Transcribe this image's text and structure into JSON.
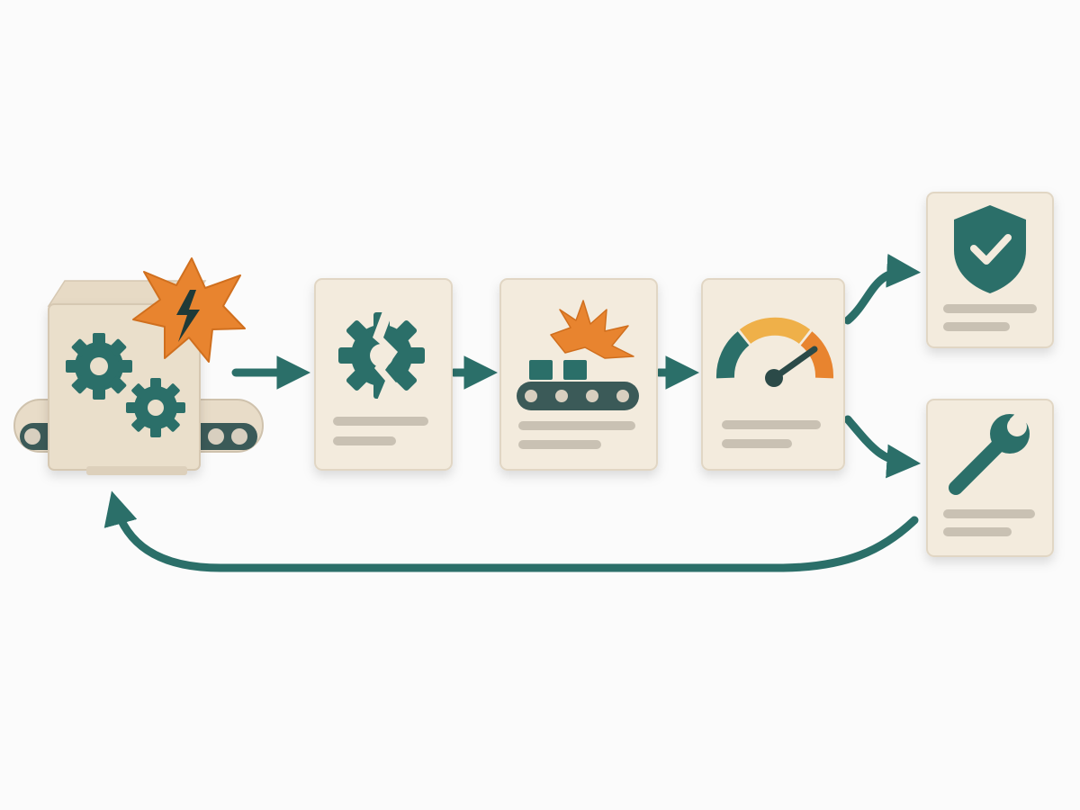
{
  "diagram": {
    "nodes": [
      {
        "id": "machine",
        "icon": "gear-machine-icon",
        "badge": "lightning-burst-icon"
      },
      {
        "id": "fault",
        "icon": "broken-gear-icon"
      },
      {
        "id": "line",
        "icon": "conveyor-burst-icon"
      },
      {
        "id": "gauge",
        "icon": "gauge-icon"
      },
      {
        "id": "secure",
        "icon": "shield-check-icon"
      },
      {
        "id": "repair",
        "icon": "wrench-icon"
      }
    ],
    "edges": [
      {
        "from": "machine",
        "to": "fault"
      },
      {
        "from": "fault",
        "to": "line"
      },
      {
        "from": "line",
        "to": "gauge"
      },
      {
        "from": "gauge",
        "to": "secure"
      },
      {
        "from": "gauge",
        "to": "repair"
      },
      {
        "from": "repair",
        "to": "machine"
      }
    ]
  },
  "colors": {
    "card": "#f3ebdd",
    "card_edge": "#e1d6c4",
    "teal": "#2b6f69",
    "teal_dark": "#1f5551",
    "orange": "#e8842f",
    "amber": "#efb049",
    "text_bar": "#c9c1b3",
    "conveyor": "#3b5a58",
    "roller": "#d8cfbf"
  }
}
